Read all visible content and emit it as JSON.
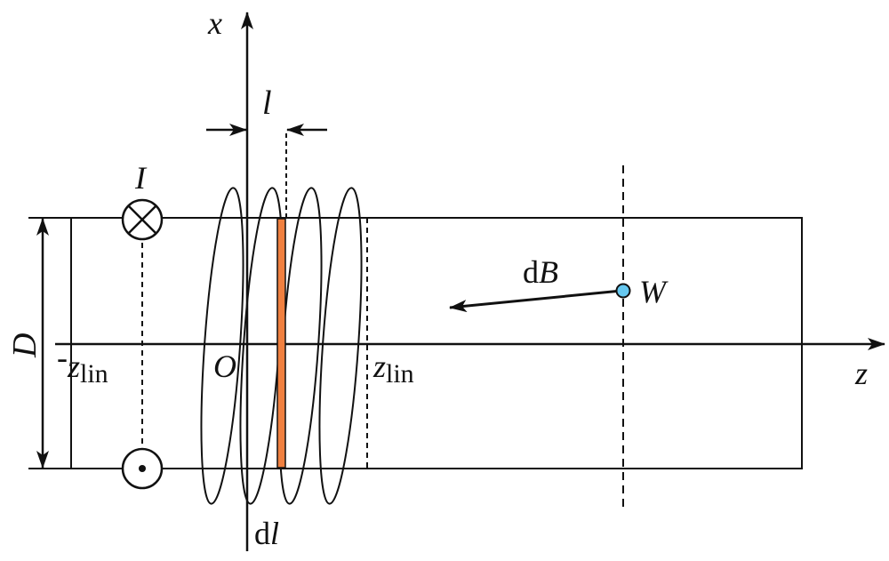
{
  "labels": {
    "x_axis": "x",
    "z_axis": "z",
    "origin": "O",
    "pitch": "l",
    "current": "I",
    "diameter": "D",
    "z_lin_neg_sign": "-",
    "z_lin_left": "z",
    "z_lin_left_sub": "lin",
    "z_lin_right": "z",
    "z_lin_right_sub": "lin",
    "field_element_d": "d",
    "field_element_B": "B",
    "point_W": "W",
    "dl_d": "d",
    "dl_l": "l"
  },
  "colors": {
    "line": "#111111",
    "element_strip": "#f08040",
    "point_W_fill": "#66c8f0"
  },
  "current_symbols": {
    "top": "into-page-cross",
    "bottom": "out-of-page-dot"
  }
}
